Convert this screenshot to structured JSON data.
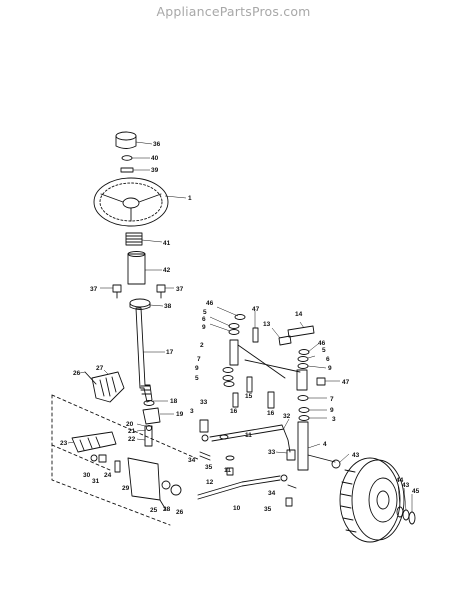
{
  "watermark": {
    "text": "AppliancePartsPros.com"
  },
  "callouts": [
    {
      "id": "c1",
      "text": "36"
    },
    {
      "id": "c2",
      "text": "40"
    },
    {
      "id": "c3",
      "text": "39"
    },
    {
      "id": "c4",
      "text": "1"
    },
    {
      "id": "c5",
      "text": "41"
    },
    {
      "id": "c6",
      "text": "42"
    },
    {
      "id": "c7",
      "text": "37"
    },
    {
      "id": "c8",
      "text": "37"
    },
    {
      "id": "c9",
      "text": "38"
    },
    {
      "id": "c10",
      "text": "17"
    },
    {
      "id": "c11",
      "text": "26"
    },
    {
      "id": "c12",
      "text": "27"
    },
    {
      "id": "c13",
      "text": "18"
    },
    {
      "id": "c14",
      "text": "19"
    },
    {
      "id": "c15",
      "text": "20"
    },
    {
      "id": "c16",
      "text": "21"
    },
    {
      "id": "c17",
      "text": "22"
    },
    {
      "id": "c18",
      "text": "23"
    },
    {
      "id": "c19",
      "text": "24"
    },
    {
      "id": "c20",
      "text": "30"
    },
    {
      "id": "c21",
      "text": "31"
    },
    {
      "id": "c22",
      "text": "29"
    },
    {
      "id": "c23",
      "text": "25"
    },
    {
      "id": "c24",
      "text": "28"
    },
    {
      "id": "c25",
      "text": "26"
    },
    {
      "id": "c26",
      "text": "46"
    },
    {
      "id": "c27",
      "text": "5"
    },
    {
      "id": "c28",
      "text": "6"
    },
    {
      "id": "c29",
      "text": "9"
    },
    {
      "id": "c30",
      "text": "2"
    },
    {
      "id": "c31",
      "text": "7"
    },
    {
      "id": "c32",
      "text": "9"
    },
    {
      "id": "c33",
      "text": "5"
    },
    {
      "id": "c34",
      "text": "47"
    },
    {
      "id": "c35",
      "text": "13"
    },
    {
      "id": "c36",
      "text": "14"
    },
    {
      "id": "c37",
      "text": "46"
    },
    {
      "id": "c38",
      "text": "5"
    },
    {
      "id": "c39",
      "text": "6"
    },
    {
      "id": "c40",
      "text": "9"
    },
    {
      "id": "c41",
      "text": "47"
    },
    {
      "id": "c42",
      "text": "15"
    },
    {
      "id": "c43",
      "text": "16"
    },
    {
      "id": "c44",
      "text": "16"
    },
    {
      "id": "c45",
      "text": "7"
    },
    {
      "id": "c46",
      "text": "9"
    },
    {
      "id": "c47",
      "text": "3"
    },
    {
      "id": "c48",
      "text": "33"
    },
    {
      "id": "c49",
      "text": "3"
    },
    {
      "id": "c50",
      "text": "11"
    },
    {
      "id": "c51",
      "text": "32"
    },
    {
      "id": "c52",
      "text": "34"
    },
    {
      "id": "c53",
      "text": "35"
    },
    {
      "id": "c54",
      "text": "11"
    },
    {
      "id": "c55",
      "text": "12"
    },
    {
      "id": "c56",
      "text": "33"
    },
    {
      "id": "c57",
      "text": "4"
    },
    {
      "id": "c58",
      "text": "43"
    },
    {
      "id": "c59",
      "text": "34"
    },
    {
      "id": "c60",
      "text": "10"
    },
    {
      "id": "c61",
      "text": "35"
    },
    {
      "id": "c62",
      "text": "44"
    },
    {
      "id": "c63",
      "text": "43"
    },
    {
      "id": "c64",
      "text": "45"
    }
  ]
}
